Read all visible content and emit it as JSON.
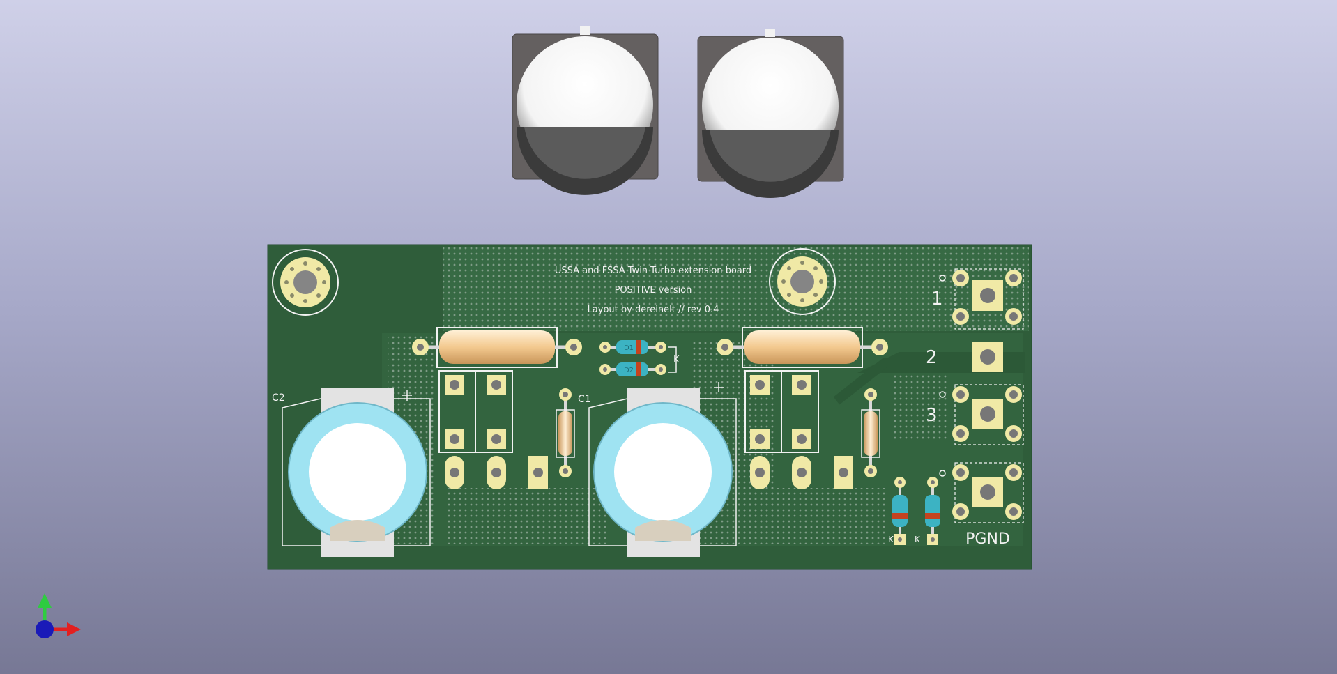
{
  "silkscreen": {
    "title_line1": "USSA and FSSA Twin Turbo extension board",
    "title_line2": "POSITIVE version",
    "title_line3": "Layout by dereinelt // rev 0.4",
    "ref_c1": "C1",
    "ref_c2": "C2",
    "ref_d1": "D1",
    "ref_d2": "D2",
    "cathode_mark": "K",
    "pin_1": "1",
    "pin_2": "2",
    "pin_3": "3",
    "pgnd": "PGND"
  },
  "colors": {
    "board": "#2f5d3a",
    "silk": "#f2f2f2",
    "pad": "#f0e9a6",
    "cap_blue": "#9fe3f2",
    "resistor": "#f3cf9e"
  },
  "axes_gizmo": {
    "x_axis": "red-arrow",
    "y_axis": "green-arrow",
    "z_axis": "blue-dot"
  }
}
